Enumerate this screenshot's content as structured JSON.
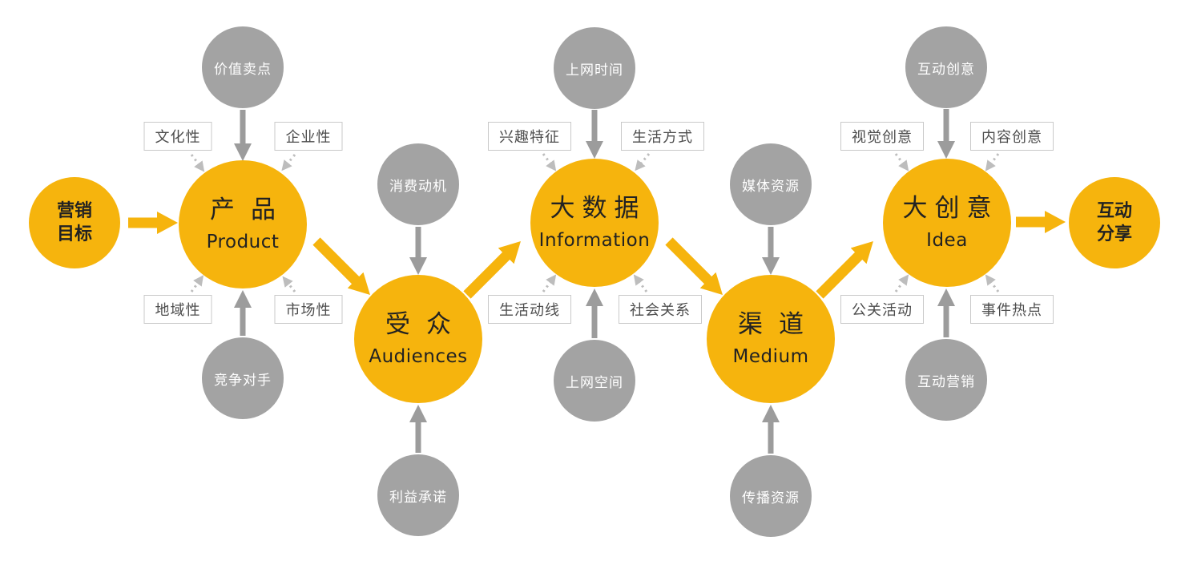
{
  "diagram": {
    "colors": {
      "accent": "#F6B40D",
      "gray_node": "#A3A3A3",
      "arrow_gray": "#9C9C9C",
      "dotted_gray": "#BDBDBD",
      "tag_border": "#C9C9C9",
      "tag_text": "#4D4D4D",
      "node_text_dark": "#222222",
      "gray_node_text": "#FFFFFF",
      "bg": "#FFFFFF"
    },
    "start_node": {
      "id": "marketing-goal",
      "line1": "营销",
      "line2": "目标"
    },
    "end_node": {
      "id": "interactive-sharing",
      "line1": "互动",
      "line2": "分享"
    },
    "main_nodes": [
      {
        "id": "product",
        "zh": "产品",
        "en": "Product"
      },
      {
        "id": "audiences",
        "zh": "受众",
        "en": "Audiences"
      },
      {
        "id": "information",
        "zh": "大数据",
        "en": "Information"
      },
      {
        "id": "medium",
        "zh": "渠道",
        "en": "Medium"
      },
      {
        "id": "idea",
        "zh": "大创意",
        "en": "Idea"
      }
    ],
    "gray_nodes": [
      {
        "id": "value-selling-point",
        "label": "价值卖点"
      },
      {
        "id": "competitors",
        "label": "竞争对手"
      },
      {
        "id": "consumption-motivation",
        "label": "消费动机"
      },
      {
        "id": "benefit-promise",
        "label": "利益承诺"
      },
      {
        "id": "online-time",
        "label": "上网时间"
      },
      {
        "id": "online-space",
        "label": "上网空间"
      },
      {
        "id": "media-resources",
        "label": "媒体资源"
      },
      {
        "id": "communication-resources",
        "label": "传播资源"
      },
      {
        "id": "interactive-creativity",
        "label": "互动创意"
      },
      {
        "id": "interactive-marketing",
        "label": "互动营销"
      }
    ],
    "tags": [
      {
        "id": "culture",
        "label": "文化性"
      },
      {
        "id": "enterprise",
        "label": "企业性"
      },
      {
        "id": "region",
        "label": "地域性"
      },
      {
        "id": "market",
        "label": "市场性"
      },
      {
        "id": "interest-traits",
        "label": "兴趣特征"
      },
      {
        "id": "lifestyle",
        "label": "生活方式"
      },
      {
        "id": "life-route",
        "label": "生活动线"
      },
      {
        "id": "social-relations",
        "label": "社会关系"
      },
      {
        "id": "visual-creativity",
        "label": "视觉创意"
      },
      {
        "id": "content-creativity",
        "label": "内容创意"
      },
      {
        "id": "pr-activities",
        "label": "公关活动"
      },
      {
        "id": "event-hotspots",
        "label": "事件热点"
      }
    ],
    "connections": {
      "main_flow": [
        "marketing-goal→product",
        "product→audiences",
        "audiences→information",
        "information→medium",
        "medium→idea",
        "idea→interactive-sharing"
      ],
      "gray_inputs": [
        "value-selling-point→product",
        "competitors→product",
        "consumption-motivation→audiences",
        "benefit-promise→audiences",
        "online-time→information",
        "online-space→information",
        "media-resources→medium",
        "communication-resources→medium",
        "interactive-creativity→idea",
        "interactive-marketing→idea"
      ],
      "dotted_inputs": [
        "culture→product",
        "enterprise→product",
        "region→product",
        "market→product",
        "interest-traits→information",
        "lifestyle→information",
        "life-route→information",
        "social-relations→information",
        "visual-creativity→idea",
        "content-creativity→idea",
        "pr-activities→idea",
        "event-hotspots→idea"
      ]
    }
  }
}
